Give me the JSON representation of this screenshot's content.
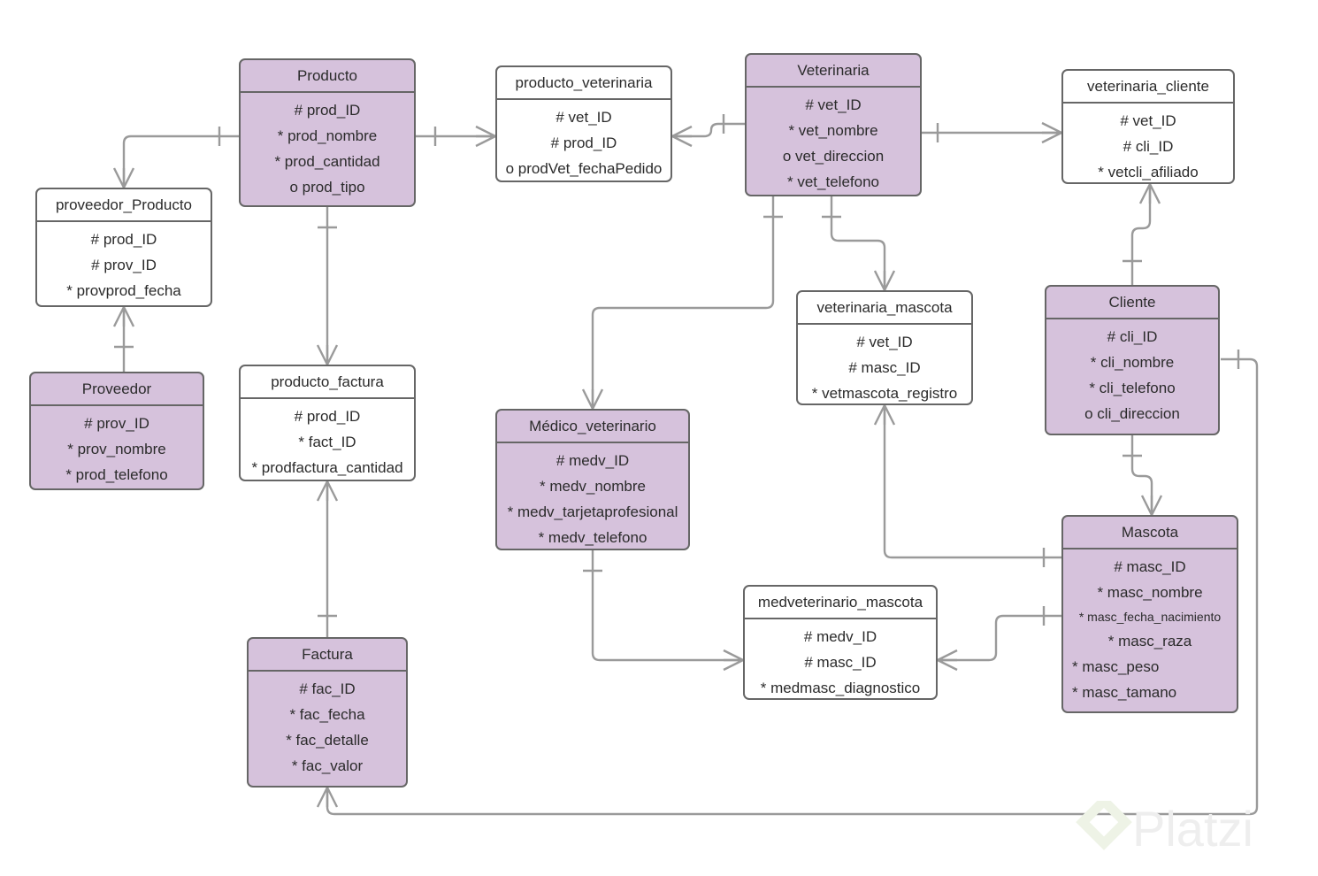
{
  "diagram": {
    "type": "entity-relationship-diagram",
    "title": "Veterinaria ER Diagram",
    "colors": {
      "entity_fill": "#d6c2dc",
      "entity_border": "#666666",
      "link_line": "#9a9a9a",
      "text": "#2b2b2b",
      "background": "#ffffff",
      "watermark_text": "#eeeeee",
      "watermark_logo": "#eef3e6"
    },
    "notation": {
      "primary_key": "#",
      "mandatory": "*",
      "optional": "o"
    }
  },
  "entities": [
    {
      "id": "producto",
      "name": "Producto",
      "filled": true,
      "attributes": [
        "# prod_ID",
        "* prod_nombre",
        "* prod_cantidad",
        "o prod_tipo"
      ]
    },
    {
      "id": "producto_veterinaria",
      "name": "producto_veterinaria",
      "filled": false,
      "attributes": [
        "# vet_ID",
        "# prod_ID",
        "o prodVet_fechaPedido"
      ]
    },
    {
      "id": "veterinaria",
      "name": "Veterinaria",
      "filled": true,
      "attributes": [
        "# vet_ID",
        "* vet_nombre",
        "o vet_direccion",
        "* vet_telefono"
      ]
    },
    {
      "id": "veterinaria_cliente",
      "name": "veterinaria_cliente",
      "filled": false,
      "attributes": [
        "# vet_ID",
        "# cli_ID",
        "* vetcli_afiliado"
      ]
    },
    {
      "id": "proveedor_producto",
      "name": "proveedor_Producto",
      "filled": false,
      "attributes": [
        "# prod_ID",
        "# prov_ID",
        "* provprod_fecha"
      ]
    },
    {
      "id": "proveedor",
      "name": "Proveedor",
      "filled": true,
      "attributes": [
        "# prov_ID",
        "* prov_nombre",
        "* prod_telefono"
      ]
    },
    {
      "id": "producto_factura",
      "name": "producto_factura",
      "filled": false,
      "attributes": [
        "# prod_ID",
        "* fact_ID",
        "* prodfactura_cantidad"
      ]
    },
    {
      "id": "factura",
      "name": "Factura",
      "filled": true,
      "attributes": [
        "# fac_ID",
        "* fac_fecha",
        "* fac_detalle",
        "* fac_valor"
      ]
    },
    {
      "id": "medico_veterinario",
      "name": "Médico_veterinario",
      "filled": true,
      "attributes": [
        "# medv_ID",
        "* medv_nombre",
        "* medv_tarjetaprofesional",
        "* medv_telefono"
      ]
    },
    {
      "id": "veterinaria_mascota",
      "name": "veterinaria_mascota",
      "filled": false,
      "attributes": [
        "# vet_ID",
        "# masc_ID",
        "* vetmascota_registro"
      ]
    },
    {
      "id": "medveterinario_mascota",
      "name": "medveterinario_mascota",
      "filled": false,
      "attributes": [
        "# medv_ID",
        "# masc_ID",
        "* medmasc_diagnostico"
      ]
    },
    {
      "id": "cliente",
      "name": "Cliente",
      "filled": true,
      "attributes": [
        "# cli_ID",
        "* cli_nombre",
        "* cli_telefono",
        "o cli_direccion"
      ]
    },
    {
      "id": "mascota",
      "name": "Mascota",
      "filled": true,
      "attributes": [
        "# masc_ID",
        "* masc_nombre",
        "* masc_fecha_nacimiento",
        "* masc_raza",
        "* masc_peso",
        "* masc_tamano"
      ]
    }
  ],
  "relationships": [
    {
      "from": "producto",
      "to": "producto_veterinaria",
      "from_card": "one",
      "to_card": "many"
    },
    {
      "from": "producto_veterinaria",
      "to": "veterinaria",
      "from_card": "many",
      "to_card": "one"
    },
    {
      "from": "veterinaria",
      "to": "veterinaria_cliente",
      "from_card": "one",
      "to_card": "many"
    },
    {
      "from": "veterinaria_cliente",
      "to": "cliente",
      "from_card": "many",
      "to_card": "one"
    },
    {
      "from": "producto",
      "to": "proveedor_producto",
      "from_card": "one",
      "to_card": "many"
    },
    {
      "from": "proveedor_producto",
      "to": "proveedor",
      "from_card": "many",
      "to_card": "one"
    },
    {
      "from": "producto",
      "to": "producto_factura",
      "from_card": "one",
      "to_card": "many"
    },
    {
      "from": "producto_factura",
      "to": "factura",
      "from_card": "many",
      "to_card": "one"
    },
    {
      "from": "veterinaria",
      "to": "medico_veterinario",
      "from_card": "one",
      "to_card": "many"
    },
    {
      "from": "veterinaria",
      "to": "veterinaria_mascota",
      "from_card": "one",
      "to_card": "many"
    },
    {
      "from": "veterinaria_mascota",
      "to": "mascota",
      "from_card": "many",
      "to_card": "one"
    },
    {
      "from": "medico_veterinario",
      "to": "medveterinario_mascota",
      "from_card": "one",
      "to_card": "many"
    },
    {
      "from": "medveterinario_mascota",
      "to": "mascota",
      "from_card": "many",
      "to_card": "one"
    },
    {
      "from": "cliente",
      "to": "mascota",
      "from_card": "one",
      "to_card": "many"
    },
    {
      "from": "factura",
      "to": "cliente",
      "from_card": "many",
      "to_card": "one"
    }
  ],
  "watermark": {
    "text": "Platzi",
    "logo": "platzi-diamond-logo"
  }
}
